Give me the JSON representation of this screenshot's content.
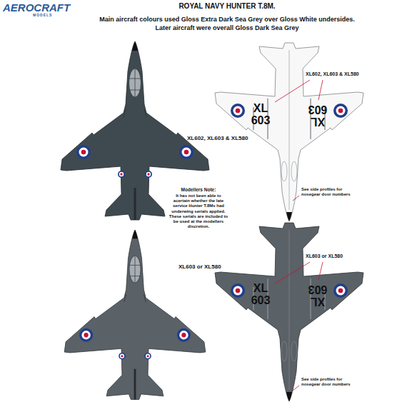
{
  "diagram": {
    "title": "ROYAL NAVY HUNTER T.8M.",
    "labels": [
      "AEROCRAFT",
      "MODELS",
      "Main aircraft colours used Gloss Extra Dark Sea Grey over Gloss White undersides.",
      "Later aircraft were overall Gloss Dark Sea Grey",
      "XL602, XL603 & XL580",
      "XL602, XL603 & XL580",
      "XL 603",
      "XL 603",
      "See side profiles for nosegear door numbers",
      "Modellers Note:",
      "It has not been able to acertain whether the late service Hunter T.8Ms had underwing serials applied. These serials are included to be used at the modellers discretion.",
      "XL603 or XL580",
      "XL603 or XL580",
      "XL 603",
      "XL 603",
      "See side profiles for nosegear door numbers"
    ]
  }
}
